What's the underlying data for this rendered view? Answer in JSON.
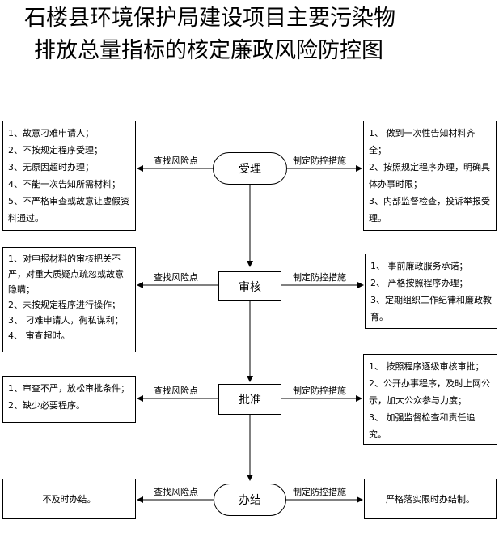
{
  "title": {
    "line1": "石楼县环境保护局建设项目主要污染物",
    "line2": "排放总量指标的核定廉政风险防控图"
  },
  "labels": {
    "risk": "查找风险点",
    "measure": "制定防控措施"
  },
  "stages": [
    {
      "name": "受理",
      "risks": [
        "1、故意刁难申请人；",
        "2、不按规定程序受理；",
        "3、无原因超时办理；",
        "4、不能一次告知所需材料；",
        "5、不严格审查或故意让虚假资料通过。"
      ],
      "measures": [
        "1、 做到一次性告知材料齐全；",
        "2、按照规定程序办理，明确具体办事时限；",
        "3、内部监督检查，投诉举报受理。"
      ]
    },
    {
      "name": "审核",
      "risks": [
        "1、对申报材料的审核把关不严，对重大质疑点疏忽或故意隐瞒；",
        "2、未按规定程序进行操作；",
        "3、 刁难申请人，徇私谋利；",
        "4、 审查超时。"
      ],
      "measures": [
        "1、 事前廉政服务承诺；",
        "2、 严格按照程序办理；",
        "3、定期组织工作纪律和廉政教育。"
      ]
    },
    {
      "name": "批准",
      "risks": [
        "1、审查不严，放松审批条件；",
        "2、缺少必要程序。"
      ],
      "measures": [
        "1、 按照程序逐级审核审批；",
        "2、公开办事程序，及时上网公示，加大公众参与力度；",
        "3、 加强监督检查和责任追究。"
      ]
    },
    {
      "name": "办结",
      "risks": [
        "不及时办结。"
      ],
      "measures": [
        "严格落实限时办结制。"
      ]
    }
  ]
}
